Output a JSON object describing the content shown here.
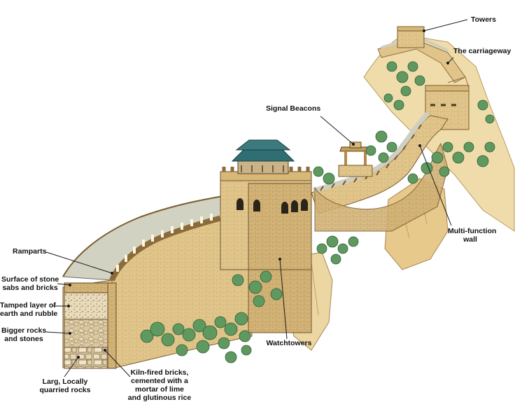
{
  "diagram": {
    "labels": {
      "towers": "Towers",
      "carriageway": "The carriageway",
      "signal_beacons": "Signal Beacons",
      "multi_function_wall_1": "Multi-function",
      "multi_function_wall_2": "wall",
      "ramparts": "Ramparts",
      "surface_1": "Surface of stone",
      "surface_2": "sabs and bricks",
      "tamped_1": "Tamped layer of",
      "tamped_2": "earth and rubble",
      "bigger_rocks_1": "Bigger rocks",
      "bigger_rocks_2": "and stones",
      "watchtowers": "Watchtowers",
      "large_rocks_1": "Larg, Locally",
      "large_rocks_2": "quarried rocks",
      "kiln_1": "Kiln-fired bricks,",
      "kiln_2": "cemented with a",
      "kiln_3": "mortar of lime",
      "kiln_4": "and glutinous rice"
    },
    "colors": {
      "wall_face": "#e3c88e",
      "wall_shadow": "#c9a86a",
      "walkway": "#cfcfc0",
      "cliff": "#e8cf96",
      "tree": "#5f9960",
      "tree_dark": "#3f7445",
      "roof": "#2f6f73",
      "line": "#1a1a1a"
    }
  }
}
